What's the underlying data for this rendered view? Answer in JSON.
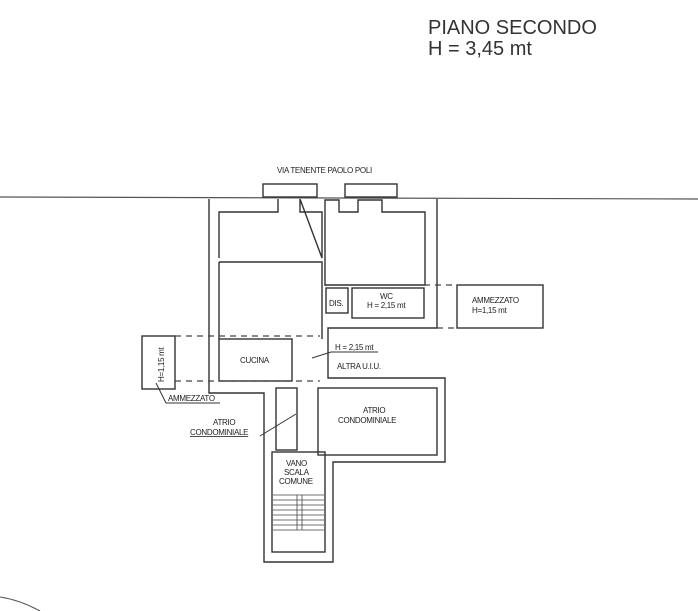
{
  "title": {
    "floor": "PIANO SECONDO",
    "height": "H = 3,45 mt"
  },
  "plan": {
    "street": "VIA TENENTE PAOLO POLI",
    "dis": "DIS.",
    "wc": "WC",
    "wc_height": "H = 2,15 mt",
    "ammezzato_right": "AMMEZZATO",
    "ammezzato_right_height": "H=1,15 mt",
    "ammezzato_left": "AMMEZZATO",
    "ammezzato_left_height": "H=1,15 mt",
    "cucina": "CUCINA",
    "altra_height": "H = 2,15 mt",
    "altra_uiu": "ALTRA U.I.U.",
    "atrio_left_1": "ATRIO",
    "atrio_left_2": "CONDOMINIALE",
    "atrio_right_1": "ATRIO",
    "atrio_right_2": "CONDOMINIALE",
    "vano_1": "VANO",
    "vano_2": "SCALA",
    "vano_3": "COMUNE"
  }
}
